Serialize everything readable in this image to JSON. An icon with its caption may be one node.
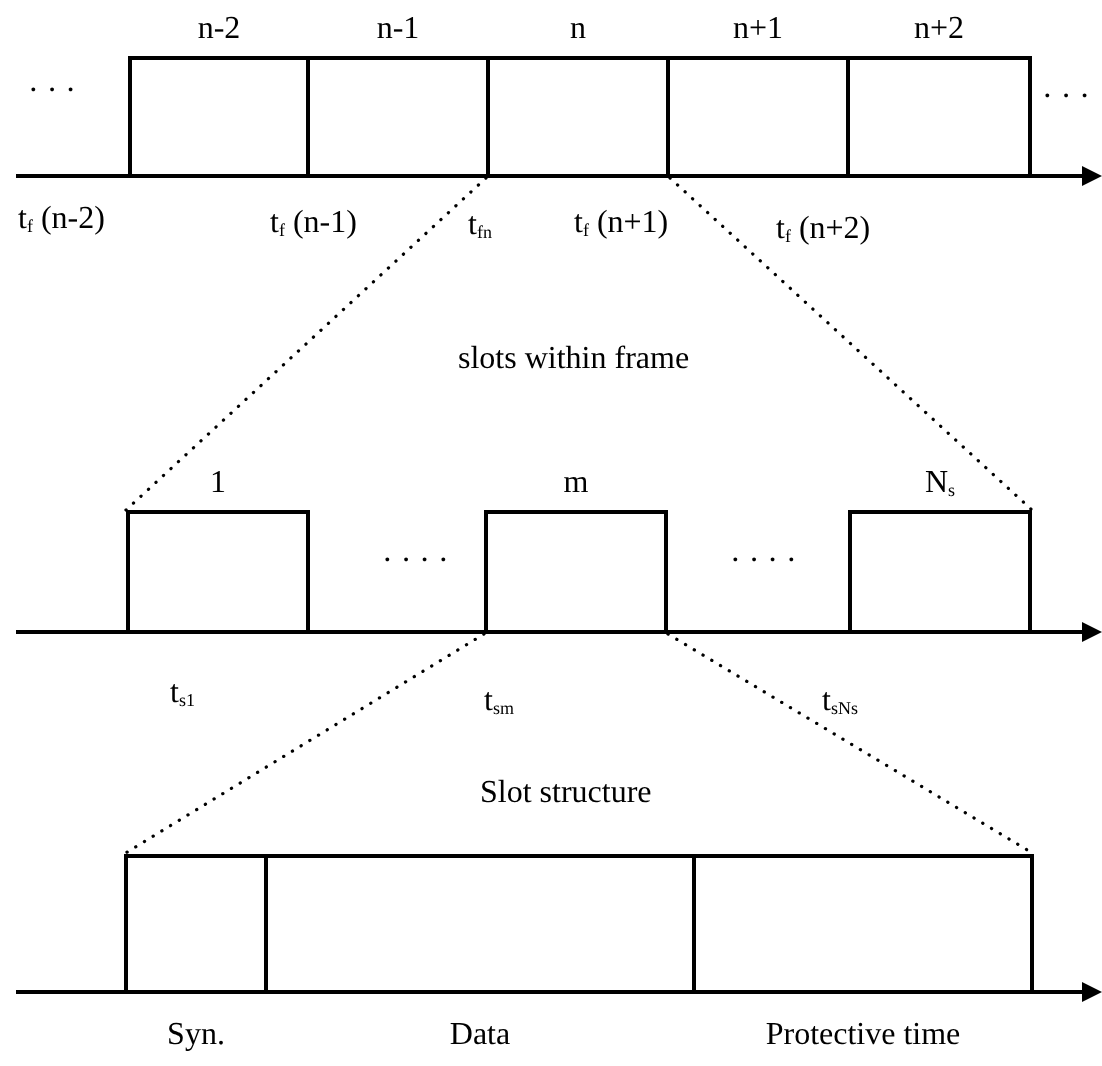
{
  "diagram": {
    "nodes": [
      {
        "text": [
          "n-2"
        ]
      },
      {
        "text": [
          "n-1"
        ]
      },
      {
        "text": [
          "n"
        ]
      },
      {
        "text": [
          "n+1"
        ]
      },
      {
        "text": [
          "n+2"
        ]
      },
      {
        "text": [
          "1"
        ]
      },
      {
        "text": [
          "m"
        ]
      },
      {
        "text": [
          "N$_{s}$"
        ]
      },
      {
        "text": [
          "Syn."
        ]
      },
      {
        "text": [
          "Data"
        ]
      },
      {
        "text": [
          "Protective time"
        ]
      }
    ],
    "edges": [
      {
        "from": 2,
        "to": 5,
        "arrow": "none",
        "style": "dashed"
      },
      {
        "from": 2,
        "to": 7,
        "arrow": "none",
        "style": "dashed"
      },
      {
        "from": 6,
        "to": 8,
        "arrow": "none",
        "style": "dashed"
      },
      {
        "from": 6,
        "to": 10,
        "arrow": "none",
        "style": "dashed"
      }
    ],
    "labels": [
      "· · ·",
      "· · ·",
      "t$_{f}$ (n-2)",
      "t$_{f}$ (n-1)",
      "t$_{fn}$",
      "t$_{f}$ (n+1)",
      "t$_{f}$ (n+2)",
      "slots within frame",
      "· · · ·",
      "· · · ·",
      "t$_{s1}$",
      "t$_{sm}$",
      "t$_{sNs}$",
      "Slot structure"
    ]
  }
}
